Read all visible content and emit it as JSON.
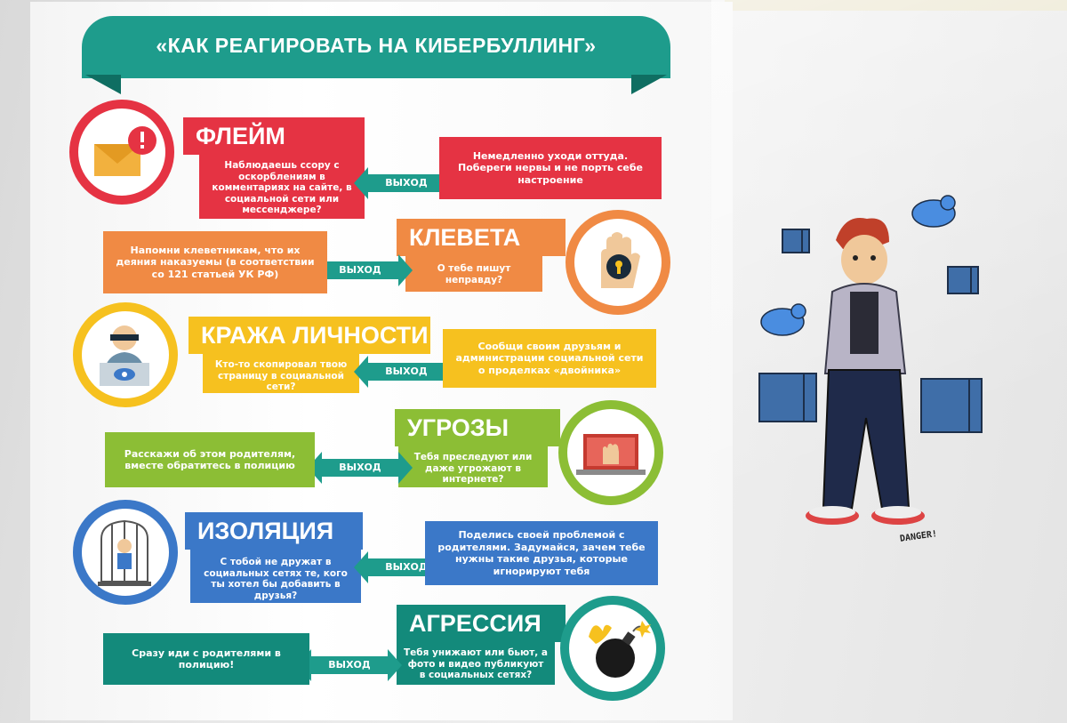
{
  "title": "«КАК РЕАГИРОВАТЬ НА КИБЕРБУЛЛИНГ»",
  "exit_label": "ВЫХОД",
  "colors": {
    "teal": "#1e9c8c",
    "red": "#e53343",
    "orange": "#f08a44",
    "yellow": "#f6c11f",
    "green": "#8cbe35",
    "blue": "#3b78c8",
    "darkteal": "#138a7b"
  },
  "sections": [
    {
      "heading": "ФЛЕЙМ",
      "question": "Наблюдаешь ссору с оскорблениям в комментариях на сайте, в социальной сети или мессенджере?",
      "answer": "Немедленно уходи оттуда. Побереги нервы и не порть себе настроение",
      "icon": "envelope-alert-icon"
    },
    {
      "heading": "КЛЕВЕТА",
      "question": "О тебе пишут неправду?",
      "answer": "Напомни клеветникам, что их деяния наказуемы (в соответствии со 121 статьей УК РФ)",
      "icon": "hand-lock-icon"
    },
    {
      "heading": "КРАЖА ЛИЧНОСТИ",
      "question": "Кто-то скопировал твою страницу в социальной сети?",
      "answer": "Сообщи своим друзьям и администрации социальной сети о проделках «двойника»",
      "icon": "hacker-eye-icon"
    },
    {
      "heading": "УГРОЗЫ",
      "question": "Тебя преследуют или даже угрожают в интернете?",
      "answer": "Расскажи об этом родителям, вместе обратитесь в полицию",
      "icon": "laptop-hand-icon"
    },
    {
      "heading": "ИЗОЛЯЦИЯ",
      "question": "С тобой не дружат в социальных сетях те, кого ты хотел бы добавить в друзья?",
      "answer": "Поделись своей проблемой с родителями. Задумайся, зачем тебе нужны такие друзья, которые игнорируют тебя",
      "icon": "caged-person-icon"
    },
    {
      "heading": "АГРЕССИЯ",
      "question": "Тебя унижают или бьют, а фото и видео публикуют в социальных сетях?",
      "answer": "Сразу иди с родителями в полицию!",
      "icon": "bomb-icon"
    }
  ],
  "illustration_caption": "DANGER!"
}
